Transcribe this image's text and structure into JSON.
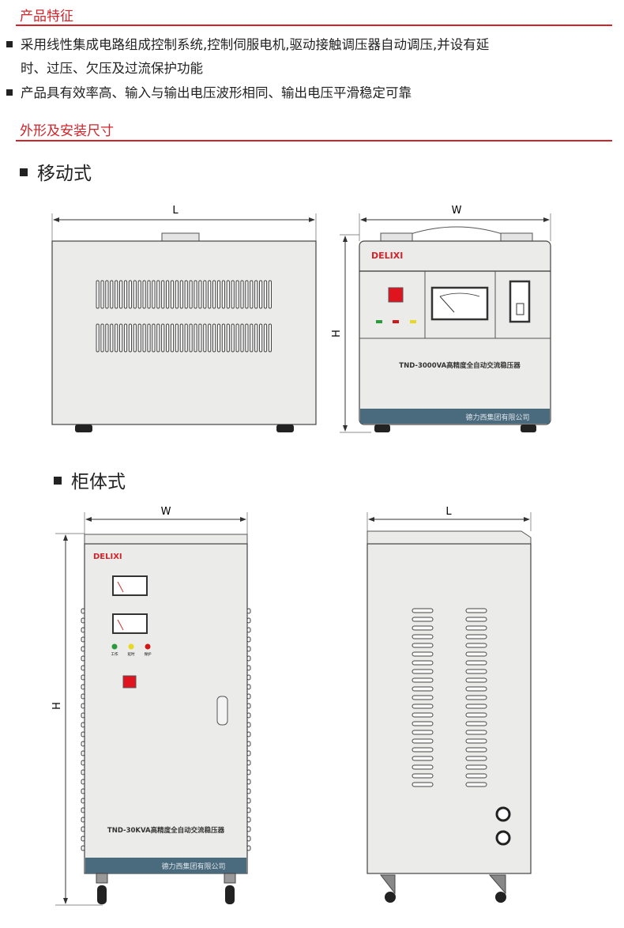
{
  "features": {
    "title": "产品特征",
    "bullets": [
      "采用线性集成电路组成控制系统,控制伺服电机,驱动接触调压器自动调压,并设有延",
      "时、过压、欠压及过流保护功能",
      "产品具有效率高、输入与输出电压波形相同、输出电压平滑稳定可靠"
    ]
  },
  "dimensions": {
    "title": "外形及安装尺寸",
    "portable": {
      "label": "移动式",
      "side_dim": "L",
      "front_width_dim": "W",
      "front_height_dim": "H",
      "brand": "DELIXI",
      "model": "TND-3000VA高精度全自动交流稳压器",
      "company": "德力西集团有限公司"
    },
    "cabinet": {
      "label": "柜体式",
      "front_width_dim": "W",
      "front_height_dim": "H",
      "side_dim": "L",
      "brand": "DELIXI",
      "model": "TND-30KVA高精度全自动交流稳压器",
      "company": "德力西集团有限公司",
      "indicators": [
        "工作",
        "延时",
        "保护"
      ]
    },
    "colors": {
      "accent": "#d2232a",
      "band": "#4a6a7e",
      "panel": "#ebebea"
    }
  }
}
